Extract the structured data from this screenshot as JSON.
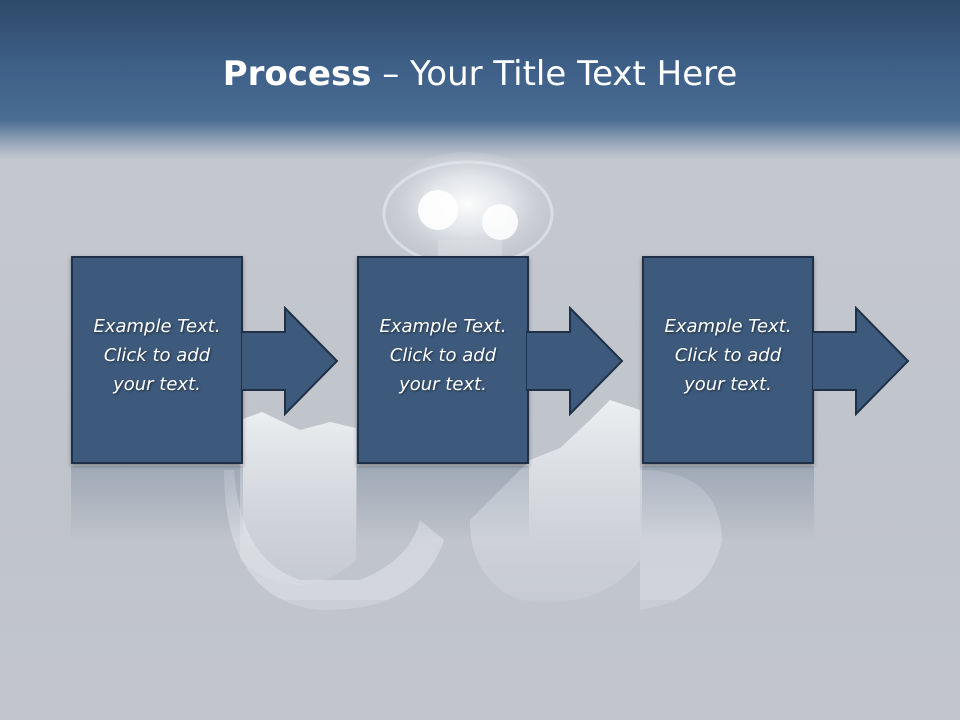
{
  "slide": {
    "title_bold": "Process",
    "title_rest": " – Your Title Text Here"
  },
  "steps": [
    {
      "line1": "Example Text.",
      "line2": "Click  to add",
      "line3": "your text."
    },
    {
      "line1": "Example Text.",
      "line2": "Click  to add",
      "line3": "your text."
    },
    {
      "line1": "Example Text.",
      "line2": "Click  to add",
      "line3": "your text."
    }
  ],
  "colors": {
    "box_fill": "#3d5a7c",
    "box_border": "#1f3047",
    "title_band": "#3f6189",
    "background": "#c4c8ce",
    "text": "#ffffff"
  }
}
